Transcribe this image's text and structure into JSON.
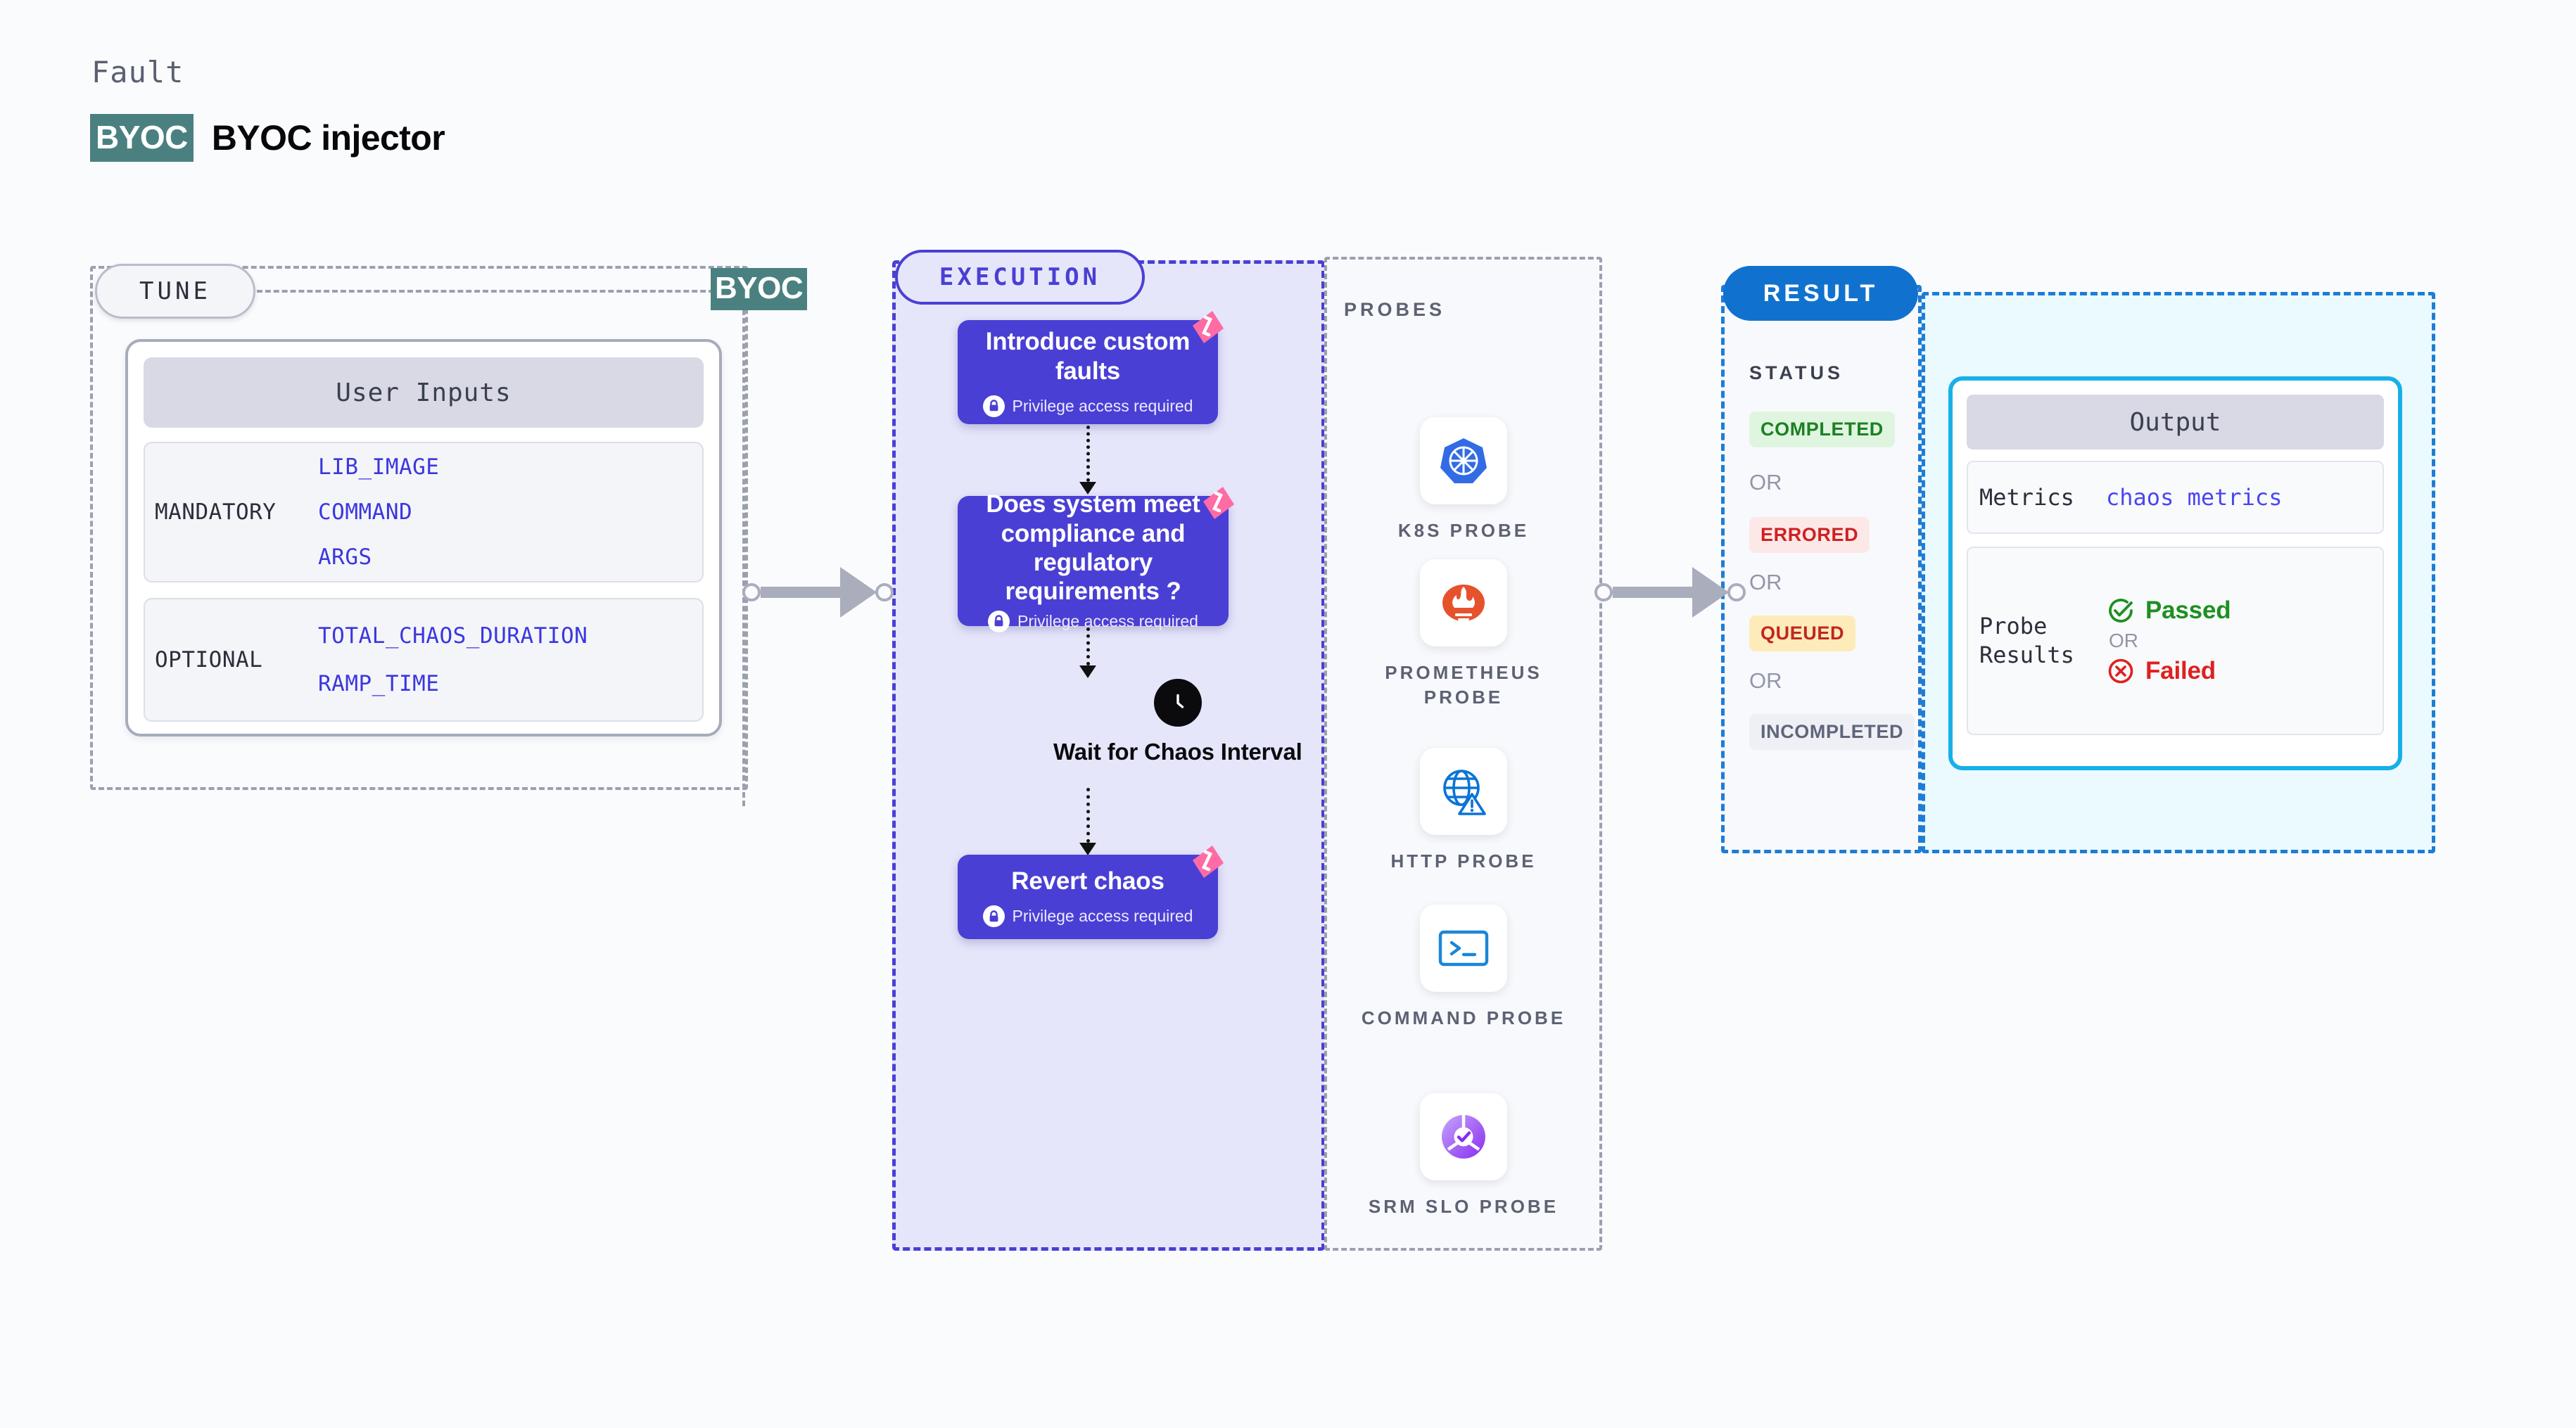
{
  "header": {
    "eyebrow": "Fault",
    "badge": "BYOC",
    "title": "BYOC injector"
  },
  "tune": {
    "pill_label": "TUNE",
    "card_header": "User Inputs",
    "groups": [
      {
        "label": "MANDATORY",
        "values": [
          "LIB_IMAGE",
          "COMMAND",
          "ARGS"
        ]
      },
      {
        "label": "OPTIONAL",
        "values": [
          "TOTAL_CHAOS_DURATION",
          "RAMP_TIME"
        ]
      }
    ],
    "connector_tag": "BYOC"
  },
  "execution": {
    "pill_label": "EXECUTION",
    "privilege_note": "Privilege access required",
    "nodes": [
      {
        "title": "Introduce custom faults",
        "has_privilege": true,
        "has_harness_badge": true
      },
      {
        "title": "Does system meet compliance and regulatory requirements ?",
        "has_privilege": true,
        "has_harness_badge": true
      },
      {
        "title": "Revert chaos",
        "has_privilege": true,
        "has_harness_badge": true
      }
    ],
    "wait_step": {
      "icon": "clock-icon",
      "label": "Wait for Chaos Interval"
    }
  },
  "probes": {
    "title": "PROBES",
    "items": [
      {
        "name": "K8S PROBE",
        "icon": "kubernetes-icon"
      },
      {
        "name": "PROMETHEUS PROBE",
        "icon": "prometheus-icon"
      },
      {
        "name": "HTTP PROBE",
        "icon": "http-globe-icon"
      },
      {
        "name": "COMMAND PROBE",
        "icon": "terminal-icon"
      },
      {
        "name": "SRM SLO PROBE",
        "icon": "srm-slo-icon"
      }
    ]
  },
  "result": {
    "pill_label": "RESULT",
    "status_title": "STATUS",
    "or_label": "OR",
    "statuses": [
      {
        "label": "COMPLETED",
        "color": "#1d8121",
        "bg": "#dff5e0"
      },
      {
        "label": "ERRORED",
        "color": "#cf2020",
        "bg": "#fde8e8"
      },
      {
        "label": "QUEUED",
        "color": "#c22424",
        "bg": "#fdecb9"
      },
      {
        "label": "INCOMPLETED",
        "color": "#60657a",
        "bg": "#eef0f6"
      }
    ],
    "output": {
      "header": "Output",
      "metrics_key": "Metrics",
      "metrics_value": "chaos metrics",
      "probe_results_key": "Probe Results",
      "passed_label": "Passed",
      "failed_label": "Failed",
      "or_label": "OR",
      "passed_color": "#1d9021",
      "failed_color": "#e02020"
    }
  },
  "colors": {
    "brand_purple": "#4a3fd4",
    "byoc_teal": "#4a8180",
    "result_blue": "#1072ce",
    "output_border": "#17b0e8",
    "pink_badge": "#ff6ba4"
  }
}
